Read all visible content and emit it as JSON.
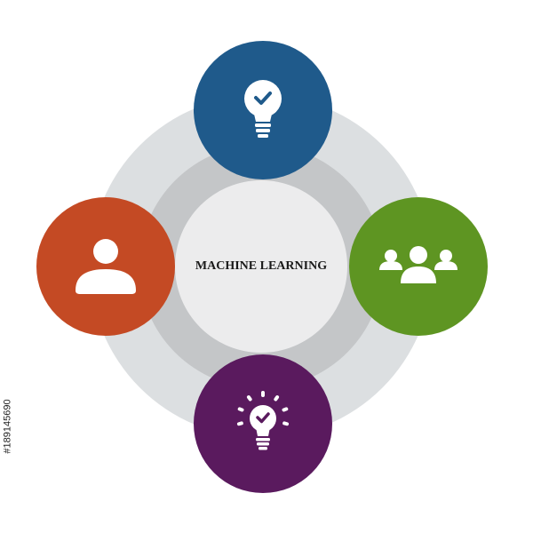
{
  "diagram": {
    "center_label": "MACHINE LEARNING",
    "colors": {
      "outer_ring": "#dcdfe1",
      "middle_ring": "#c4c6c8",
      "center_disc": "#ececed",
      "icon": "#ffffff"
    },
    "nodes": [
      {
        "position": "top",
        "icon": "lightbulb-check-icon",
        "color": "#1f5a8b"
      },
      {
        "position": "right",
        "icon": "group-icon",
        "color": "#5e9522"
      },
      {
        "position": "bottom",
        "icon": "lightbulb-rays-check-icon",
        "color": "#5a1a5e"
      },
      {
        "position": "left",
        "icon": "person-icon",
        "color": "#c44a24"
      }
    ]
  },
  "watermark": {
    "stock_id": "#189145690"
  }
}
